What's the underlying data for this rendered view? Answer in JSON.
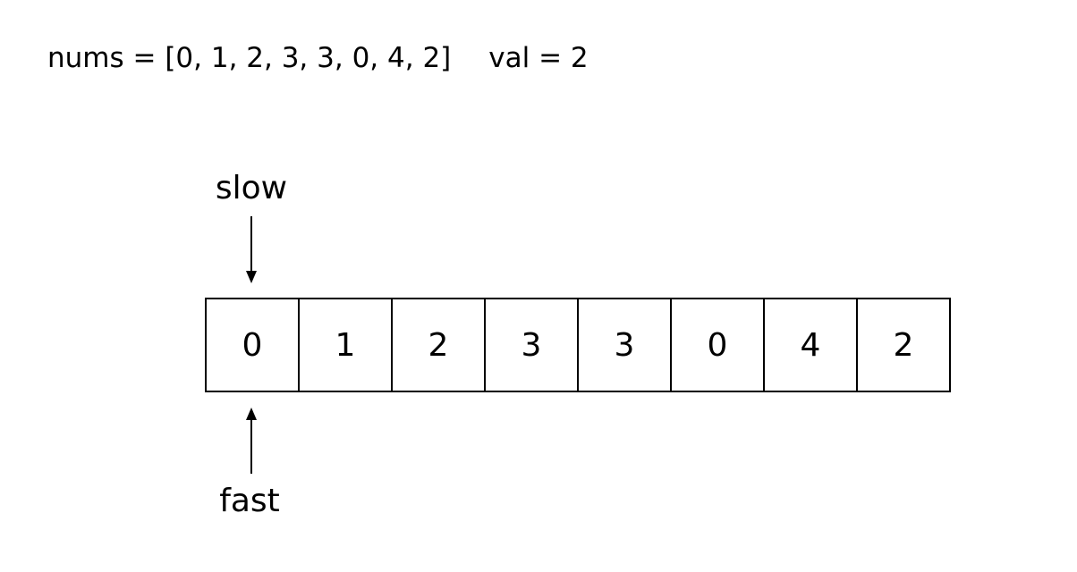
{
  "header": {
    "nums_text": "nums = [0, 1, 2, 3, 3, 0, 4, 2]",
    "val_text": "val = 2"
  },
  "pointers": {
    "slow": "slow",
    "fast": "fast"
  },
  "array": [
    "0",
    "1",
    "2",
    "3",
    "3",
    "0",
    "4",
    "2"
  ]
}
